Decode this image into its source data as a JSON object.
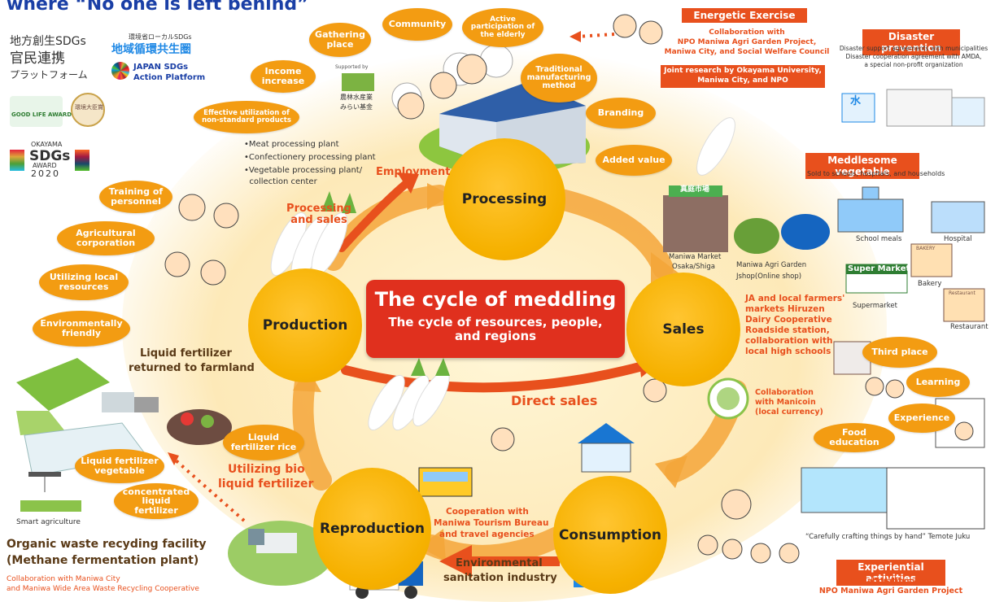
{
  "colors": {
    "accent": "#e8501d",
    "stage": "#f6b100",
    "pill": "#f39c12",
    "glow": "#fde9b8",
    "title_blue": "#1a3fa6"
  },
  "header": {
    "title": "where “No one is left behind”"
  },
  "logos": {
    "platform_line1": "地方創生SDGs",
    "platform_line2": "官民連携",
    "platform_line3": "プラットフォーム",
    "moe_small": "環境省ローカルSDGs",
    "moe_title": "地域循環共生圏",
    "japan_sdgs": "JAPAN SDGs",
    "action_platform": "Action Platform",
    "good_life": "GOOD LIFE AWARD",
    "kankyo": "環境大臣賞",
    "okayama": "OKAYAMA",
    "sdgs": "SDGs",
    "award": "AWARD",
    "year": "2020",
    "supported_by": "Supported by",
    "fund1": "農林水産業",
    "fund2": "みらい基金"
  },
  "center": {
    "title": "The cycle of meddling",
    "subtitle": "The cycle of resources, people, and regions"
  },
  "stages": {
    "processing": "Processing",
    "production": "Production",
    "sales": "Sales",
    "reproduction": "Reproduction",
    "consumption": "Consumption"
  },
  "arrows": {
    "processing_and_sales": "Processing and sales",
    "employment": "Employment",
    "direct_sales": "Direct sales"
  },
  "pills": {
    "gathering_place": "Gathering place",
    "community": "Community",
    "active_participation": "Active participation of the elderly",
    "income_increase": "Income increase",
    "traditional_method": "Traditional manufacturing method",
    "effective_utilization": "Effective utilization of non-standard products",
    "branding": "Branding",
    "added_value": "Added value",
    "training": "Training of personnel",
    "agri_corp": "Agricultural corporation",
    "local_resources": "Utilizing local resources",
    "env_friendly": "Environmentally friendly",
    "liquid_rice": "Liquid fertilizer rice",
    "liquid_veg": "Liquid fertilizer vegetable",
    "concentrated": "concentrated liquid fertilizer",
    "third_place": "Third place",
    "learning": "Learning",
    "experience": "Experience",
    "food_education": "Food education"
  },
  "plants": [
    "•Meat processing plant",
    "•Confectionery processing plant",
    "•Vegetable processing plant/",
    "  collection center"
  ],
  "production_note": {
    "line1": "Liquid fertilizer",
    "line2": "returned to farmland"
  },
  "bio": {
    "line1": "Utilizing bio",
    "line2": "liquid fertilizer"
  },
  "smart_agriculture": "Smart agriculture",
  "waste": {
    "line1": "Organic waste recyding facility",
    "line2": "(Methane fermentation plant)",
    "collab1": "Collaboration with Maniwa City",
    "collab2": "and Maniwa Wide Area Waste Recycling Cooperative"
  },
  "tourism": {
    "line1": "Cooperation with",
    "line2": "Maniwa Tourism Bureau",
    "line3": "and travel agencies"
  },
  "environment": {
    "line1": "Environmental",
    "line2": "sanitation industry"
  },
  "exercise": {
    "header": "Energetic Exercise",
    "l1": "Collaboration with",
    "l2": "NPO Maniwa Agri Garden Project,",
    "l3": "Maniwa City, and Social Welfare Council",
    "joint1": "Joint research by Okayama University,",
    "joint2": "Maniwa City, and NPO"
  },
  "disaster": {
    "header": "Disaster prevention",
    "l1": "Disaster support agreements with municipalities",
    "l2": "Disaster cooperation agreement with AMDA,",
    "l3": "a special non-profit organization"
  },
  "meddlesome": {
    "header": "Meddlesome vegetable",
    "sub": "Sold to schools, hospitals, and households"
  },
  "places": {
    "market_sign": "真庭市場",
    "maniwa_market1": "Maniwa Market",
    "maniwa_market2": "Osaka/Shiga",
    "agri_garden1": "Maniwa Agri Garden",
    "agri_garden2": "Jshop(Online shop)",
    "school_meals": "School meals",
    "hospital": "Hospital",
    "supermarket_sign": "Super Market",
    "supermarket": "Supermarket",
    "bakery_sign": "BAKERY",
    "bakery": "Bakery",
    "restaurant_sign": "Restaurant",
    "restaurant": "Restaurant"
  },
  "sales_partners": [
    "JA and local farmers'",
    "markets Hiruzen",
    "Dairy Cooperative",
    "Roadside station,",
    "collaboration with",
    "local high schools"
  ],
  "manicoin": {
    "l1": "Collaboration",
    "l2": "with Manicoin",
    "l3": "(local currency)"
  },
  "temote": "“Carefully crafting things by hand” Temote Juku",
  "experiential": {
    "header": "Experiential activities",
    "l1": "Collaboration with",
    "l2": "NPO Maniwa Agri Garden Project"
  },
  "truck_labels": {
    "tank": "水"
  }
}
